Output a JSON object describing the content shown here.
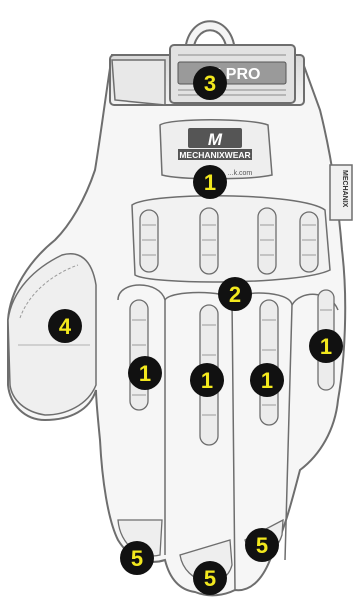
{
  "product": {
    "brand_logo_letters": "M",
    "brand_wordmark": "MECHANIXWEAR",
    "website_fragment": "...k.com",
    "cuff_label": "IM PRO",
    "side_tag": "MECHANIX"
  },
  "callouts": [
    {
      "id": "knuckle-top",
      "number": "1"
    },
    {
      "id": "finger-index",
      "number": "1"
    },
    {
      "id": "finger-middle",
      "number": "1"
    },
    {
      "id": "finger-ring",
      "number": "1"
    },
    {
      "id": "finger-pinky",
      "number": "1"
    },
    {
      "id": "knuckle-guard",
      "number": "2"
    },
    {
      "id": "cuff",
      "number": "3"
    },
    {
      "id": "thumb",
      "number": "4"
    },
    {
      "id": "fingertip-index",
      "number": "5"
    },
    {
      "id": "fingertip-middle",
      "number": "5"
    },
    {
      "id": "fingertip-ring",
      "number": "5"
    }
  ],
  "colors": {
    "outline": "#6e6e6e",
    "fill": "#f6f6f6",
    "badge": "#111111",
    "badge_text": "#f2e81e"
  }
}
